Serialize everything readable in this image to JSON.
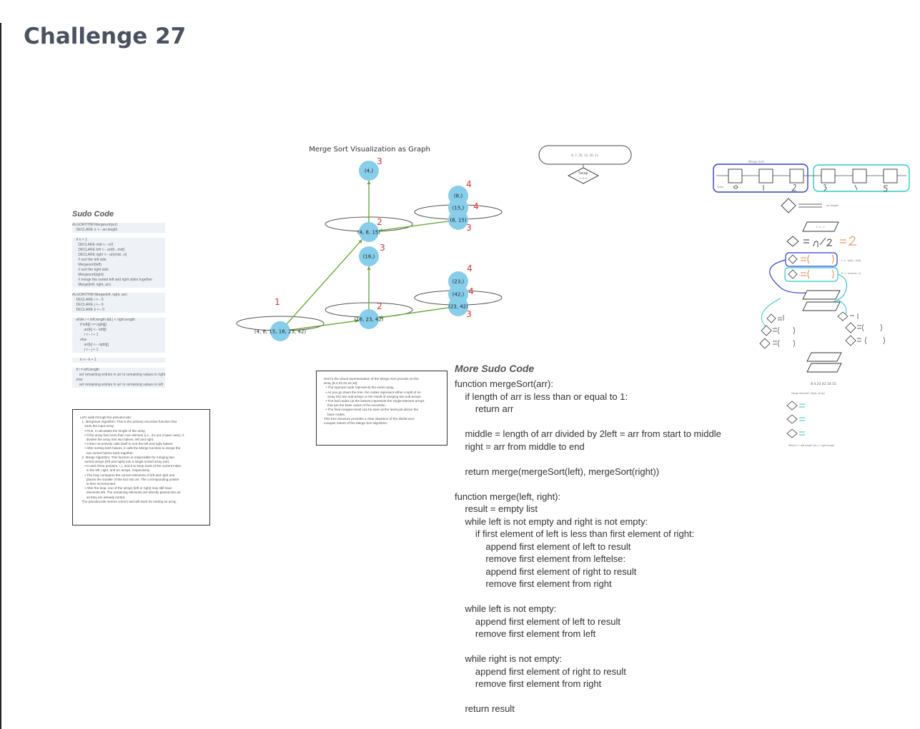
{
  "page": {
    "title": "Challenge 27"
  },
  "sudo": {
    "title": "Sudo Code",
    "lines": [
      "ALGORITHM Mergesort(arr)",
      "    DECLARE n <-- arr.length",
      "",
      "    if n > 1",
      "      DECLARE mid <-- n/2",
      "      DECLARE left <-- arr[0...mid]",
      "      DECLARE right <-- arr[mid...n]",
      "      // sort the left side",
      "      Mergesort(left)",
      "      // sort the right side",
      "      Mergesort(right)",
      "      // merge the sorted left and right sides together",
      "      Merge(left, right, arr)",
      "",
      "ALGORITHM Merge(left, right, arr)",
      "    DECLARE i <-- 0",
      "    DECLARE j <-- 0",
      "    DECLARE k <-- 0",
      "",
      "    while i < left.length && j < right.length",
      "        if left[i] <= right[j]",
      "            arr[k] <-- left[i]",
      "            i <-- i + 1",
      "        else",
      "            arr[k] <-- right[j]",
      "            j <-- j + 1",
      "",
      "        k <-- k + 1",
      "",
      "    if i = left.length",
      "       set remaining entries in arr to remaining values in right",
      "    else",
      "       set remaining entries in arr to remaining values in left"
    ]
  },
  "walkthrough": {
    "lines": [
      "Let's walk through the pseudocode:",
      "  1. Mergesort Algorithm: This is the primary recursive function that",
      "     sorts the input array.",
      "     • First, it calculates the length of the array.",
      "     • If the array has more than one element (i.e., it's not a base case), it",
      "       divides the array into two halves: left and right.",
      "     • It then recursively calls itself to sort the left and right halves.",
      "     • After sorting both halves, it calls the Merge function to merge the",
      "       two sorted halves back together.",
      "  2. Merge Algorithm: This function is responsible for merging two",
      "     sorted arrays (left and right) into a single sorted array (arr).",
      "     • It uses three pointers, i, j, and k to keep track of the current index",
      "       in the left, right, and arr arrays, respectively.",
      "     • The loop compares the current elements of left and right and",
      "       places the smaller of the two into arr. The corresponding pointer",
      "       is then incremented.",
      "     • After the loop, one of the arrays (left or right) may still have",
      "       elements left. The remaining elements are directly placed into arr",
      "       as they are already sorted.",
      "  The pseudocode seems correct and will work for sorting an array."
    ]
  },
  "graph_note": {
    "lines": [
      "Here's the visual representation of the Merge Sort process on the",
      "array [8,4,23,42,16,15]:",
      "  • The topmost node represents the entire array.",
      "  • As you go down the tree, the nodes represent either a split of an",
      "    array into two sub-arrays or the result of merging two sub-arrays.",
      "  • The leaf nodes (at the bottom) represent the single-element arrays",
      "    that are the base cases of the recursion.",
      "  • The final merged result can be seen at the level just above the",
      "    base nodes.",
      "This tree structure provides a clear depiction of the divide-and-",
      "conquer nature of the Merge Sort algorithm."
    ]
  },
  "graph": {
    "title": "Merge Sort Visualization as Graph",
    "node_color": "#87ceeb",
    "edge_color": "#6aaa3a",
    "label_color": "#e03030",
    "nodes": [
      {
        "label": "(4,)",
        "num": "3"
      },
      {
        "label": "(8,)",
        "num": "4"
      },
      {
        "label": "(15,)",
        "num": "4"
      },
      {
        "label": "(8, 15)",
        "num": "3"
      },
      {
        "label": "(4, 8, 15)",
        "num": "2"
      },
      {
        "label": "(16,)",
        "num": "3"
      },
      {
        "label": "(23,)",
        "num": "4"
      },
      {
        "label": "(42,)",
        "num": "4"
      },
      {
        "label": "(23, 42)",
        "num": "3"
      },
      {
        "label": "(16, 23, 42)",
        "num": "2"
      },
      {
        "label": "(4, 8, 15, 16, 23, 42)",
        "num": "1"
      }
    ]
  },
  "flow": {
    "top_text": "8, 7, 20, 12, 16, 1s",
    "swap": "Swap",
    "swap_sub": "< & 0"
  },
  "more": {
    "title": "More Sudo Code",
    "lines": [
      "function mergeSort(arr):",
      "    if length of arr is less than or equal to 1:",
      "        return arr",
      "",
      "    middle = length of arr divided by 2left = arr from start to middle",
      "    right = arr from middle to end",
      "",
      "    return merge(mergeSort(left), mergeSort(right))",
      "",
      "function merge(left, right):",
      "    result = empty list",
      "    while left is not empty and right is not empty:",
      "        if first element of left is less than first element of right:",
      "            append first element of left to result",
      "            remove first element from leftelse:",
      "            append first element of right to result",
      "            remove first element from right",
      "",
      "    while left is not empty:",
      "        append first element of left to result",
      "        remove first element from left",
      "",
      "    while right is not empty:",
      "        append first element of right to result",
      "        remove first element from right",
      "",
      "    return result"
    ]
  },
  "sketch": {
    "top_label": "Merge Sort",
    "index_label": "index",
    "len_label": "arr.length",
    "i_label": "ii <-- 1",
    "left_label": "L <-- arr[0...mid]",
    "right_label": "R <-- arr[mid...n]",
    "array_label": "8 4 23 42 16 15",
    "merge_label": "Merge Sort(Left, Right, Array)",
    "while_label": "While (I < left.length && j < right.length"
  },
  "colors": {
    "title": "#4a5160",
    "sketch_blue": "#2d3fd0",
    "sketch_cyan": "#2ec9c9"
  }
}
